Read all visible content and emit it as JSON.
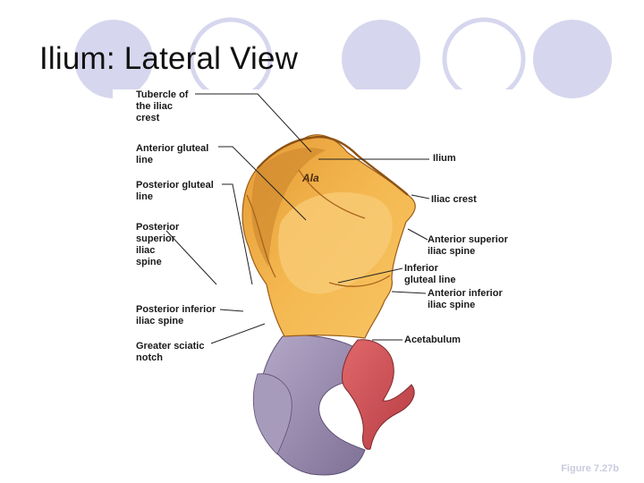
{
  "slide": {
    "title": "Ilium: Lateral View",
    "caption": "Figure 7.27b",
    "accent_color": "#d6d6ee"
  },
  "diagram": {
    "region_label": "Ala",
    "labels_left": [
      "Tubercle of\nthe iliac\ncrest",
      "Anterior gluteal\nline",
      "Posterior gluteal\nline",
      "Posterior\nsuperior\niliac\nspine",
      "Posterior inferior\niliac spine",
      "Greater sciatic\nnotch"
    ],
    "labels_right": [
      "Ilium",
      "Iliac crest",
      "Anterior superior\niliac spine",
      "Inferior\ngluteal line",
      "Anterior inferior\niliac spine",
      "Acetabulum"
    ],
    "colors": {
      "ilium": "#f2b04a",
      "ilium_shadow": "#c9812a",
      "ischium": "#9a8db0",
      "pubis_acetabulum": "#d9565a"
    }
  }
}
